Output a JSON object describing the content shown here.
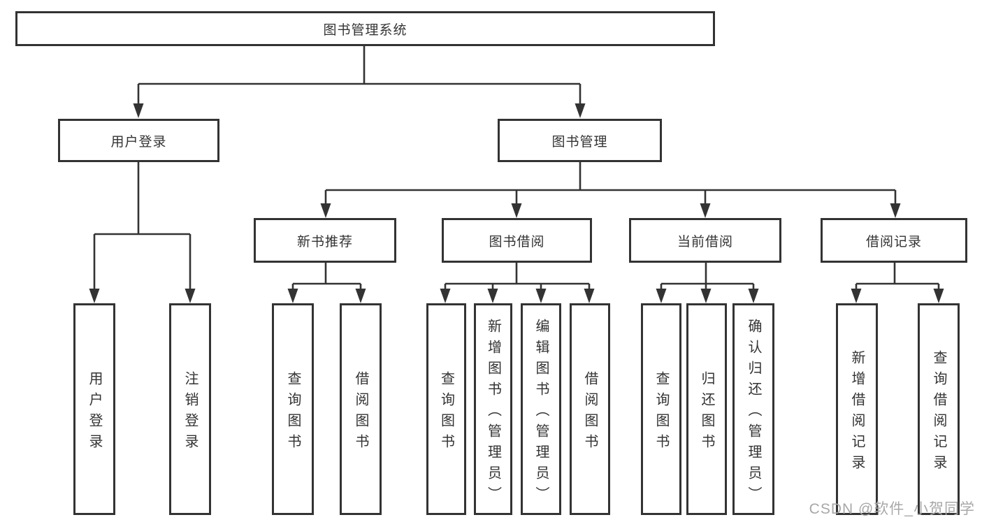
{
  "diagram": {
    "root": {
      "label": "图书管理系统"
    },
    "branches": [
      {
        "label": "用户登录",
        "children": [
          {
            "label": "用户登录"
          },
          {
            "label": "注销登录"
          }
        ]
      },
      {
        "label": "图书管理",
        "children": [
          {
            "label": "新书推荐",
            "children": [
              {
                "label": "查询图书"
              },
              {
                "label": "借阅图书"
              }
            ]
          },
          {
            "label": "图书借阅",
            "children": [
              {
                "label": "查询图书"
              },
              {
                "label": "新增图书（管理员）"
              },
              {
                "label": "编辑图书（管理员）"
              },
              {
                "label": "借阅图书"
              }
            ]
          },
          {
            "label": "当前借阅",
            "children": [
              {
                "label": "查询图书"
              },
              {
                "label": "归还图书"
              },
              {
                "label": "确认归还（管理员）"
              }
            ]
          },
          {
            "label": "借阅记录",
            "children": [
              {
                "label": "新增借阅记录"
              },
              {
                "label": "查询借阅记录"
              }
            ]
          }
        ]
      }
    ]
  },
  "colors": {
    "line": "#333333",
    "text": "#333333",
    "background": "#ffffff",
    "watermark": "#a8a8a8"
  },
  "watermark": {
    "text": "CSDN @软件_小贺同学"
  }
}
